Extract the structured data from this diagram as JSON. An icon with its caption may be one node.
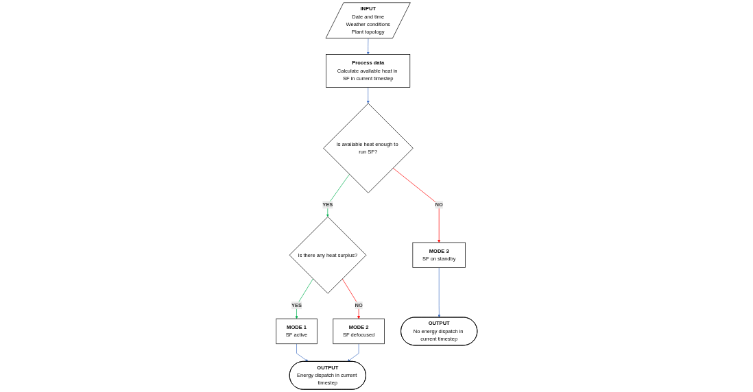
{
  "diagram": {
    "nodes": [
      {
        "text": [
          "INPUT",
          "Date and time",
          "Weather conditions",
          "Plant topology"
        ]
      },
      {
        "text": [
          "Process data",
          "Calculate available heat in SF in current timestep"
        ]
      },
      {
        "text": [
          "Is available heat enough to run SF?"
        ]
      },
      {
        "text": [
          "Is there any heat surplus?"
        ]
      },
      {
        "text": [
          "MODE 1",
          "SF active"
        ]
      },
      {
        "text": [
          "MODE 2",
          "SF defocused"
        ]
      },
      {
        "text": [
          "MODE 3",
          "SF on standby"
        ]
      },
      {
        "text": [
          "OUTPUT",
          "Energy dispatch in current timestep"
        ]
      },
      {
        "text": [
          "OUTPUT",
          "No energy dispatch in current timestep"
        ]
      }
    ],
    "edges": [
      {
        "from": 0,
        "to": 1,
        "arrow": "to"
      },
      {
        "from": 1,
        "to": 2,
        "arrow": "to"
      },
      {
        "from": 2,
        "to": 3,
        "arrow": "to",
        "label": "YES",
        "color": "#00b050"
      },
      {
        "from": 3,
        "to": 4,
        "arrow": "to",
        "label": "YES",
        "color": "#00b050"
      },
      {
        "from": 3,
        "to": 5,
        "arrow": "to",
        "label": "NO",
        "color": "#ff0000"
      },
      {
        "from": 2,
        "to": 6,
        "arrow": "to",
        "label": "NO",
        "color": "#ff0000"
      },
      {
        "from": 4,
        "to": 7,
        "arrow": "to"
      },
      {
        "from": 5,
        "to": 7,
        "arrow": "to"
      },
      {
        "from": 6,
        "to": 8,
        "arrow": "to"
      }
    ]
  }
}
